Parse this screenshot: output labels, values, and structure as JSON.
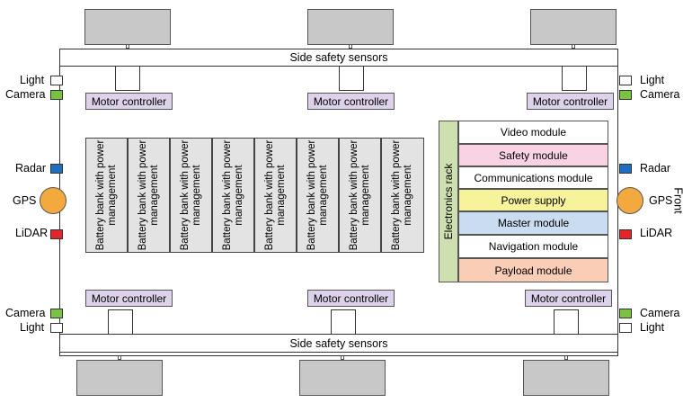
{
  "side_rails": {
    "top_label": "Side safety sensors",
    "bottom_label": "Side safety sensors"
  },
  "motor_controllers": {
    "top": [
      "Motor controller",
      "Motor controller",
      "Motor controller"
    ],
    "bottom": [
      "Motor controller",
      "Motor controller",
      "Motor controller"
    ]
  },
  "battery_banks": [
    "Battery bank with power management",
    "Battery bank with power management",
    "Battery bank with power management",
    "Battery bank with power management",
    "Battery bank with power management",
    "Battery bank with power management",
    "Battery bank with power management",
    "Battery bank with power management"
  ],
  "battery_color": "#e3e3e3",
  "electronics_rack": {
    "label": "Electronics rack",
    "label_color": "#cfe0b0",
    "modules": [
      {
        "label": "Video module",
        "color": "#ffffff"
      },
      {
        "label": "Safety module",
        "color": "#f9d2e4"
      },
      {
        "label": "Communications module",
        "color": "#ffffff"
      },
      {
        "label": "Power supply",
        "color": "#f6f39a"
      },
      {
        "label": "Master module",
        "color": "#c9dcf0"
      },
      {
        "label": "Navigation module",
        "color": "#ffffff"
      },
      {
        "label": "Payload module",
        "color": "#f9cdb6"
      }
    ]
  },
  "left_sensors": {
    "top_light": "Light",
    "top_camera": "Camera",
    "radar": "Radar",
    "gps": "GPS",
    "lidar": "LiDAR",
    "bottom_camera": "Camera",
    "bottom_light": "Light"
  },
  "right_sensors": {
    "top_light": "Light",
    "top_camera": "Camera",
    "radar": "Radar",
    "gps": "GPS",
    "lidar": "LiDAR",
    "bottom_camera": "Camera",
    "bottom_light": "Light"
  },
  "front_label": "Front",
  "colors": {
    "camera": "#7cc242",
    "radar": "#1f6fc1",
    "lidar": "#e4252c",
    "gps": "#f4a93e",
    "light": "#ffffff",
    "motor_controller": "#ddd2ea",
    "wheel": "#c8c8c8"
  }
}
